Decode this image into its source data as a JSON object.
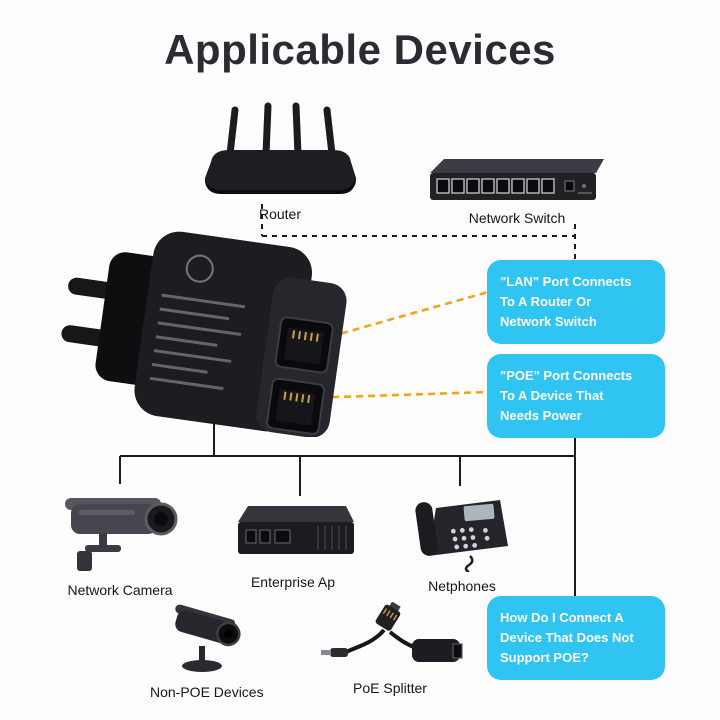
{
  "title": "Applicable Devices",
  "colors": {
    "callout": "#2fc4f2",
    "accent": "#f5a31c",
    "line": "#1c1c1e",
    "titlecolor": "#2b2b33"
  },
  "devices": {
    "router": {
      "label": "Router"
    },
    "network_switch": {
      "label": "Network Switch"
    },
    "network_camera": {
      "label": "Network Camera"
    },
    "enterprise_ap": {
      "label": "Enterprise Ap"
    },
    "netphones": {
      "label": "Netphones"
    },
    "non_poe": {
      "label": "Non-POE Devices"
    },
    "poe_splitter": {
      "label": "PoE Splitter"
    }
  },
  "callouts": {
    "lan": {
      "lines": [
        "\"LAN\" Port Connects",
        "To A Router Or",
        "Network Switch"
      ]
    },
    "poe": {
      "lines": [
        "\"POE\" Port Connects",
        "To A Device That",
        "Needs Power"
      ]
    },
    "question": {
      "lines": [
        "How Do I Connect A",
        "Device That Does Not",
        "Support POE?"
      ]
    }
  }
}
